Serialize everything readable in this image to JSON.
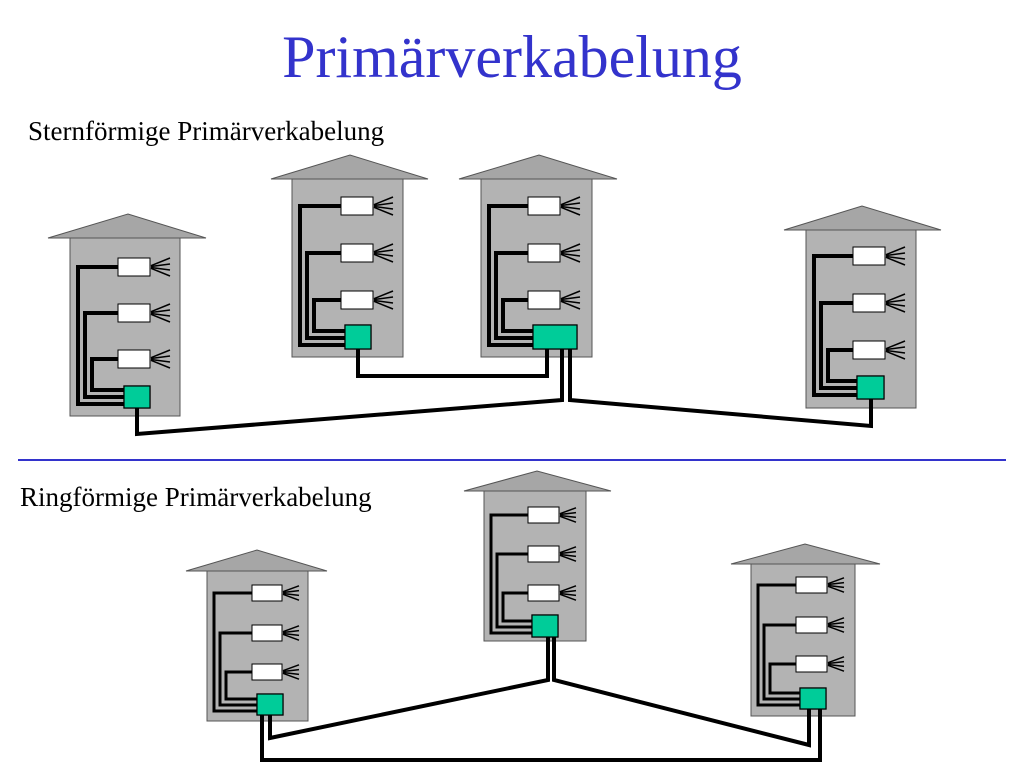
{
  "slide": {
    "title": "Primärverkabelung"
  },
  "sections": {
    "star": {
      "label": "Sternförmige Primärverkabelung"
    },
    "ring": {
      "label": "Ringförmige Primärverkabelung"
    }
  },
  "colors": {
    "title": "#3333cc",
    "divider": "#3333cc",
    "building_fill": "#b3b3b3",
    "roof_fill": "#a6a6a6",
    "distributor_fill": "#00cc99",
    "outlet_fill": "#ffffff",
    "cable": "#000000"
  }
}
